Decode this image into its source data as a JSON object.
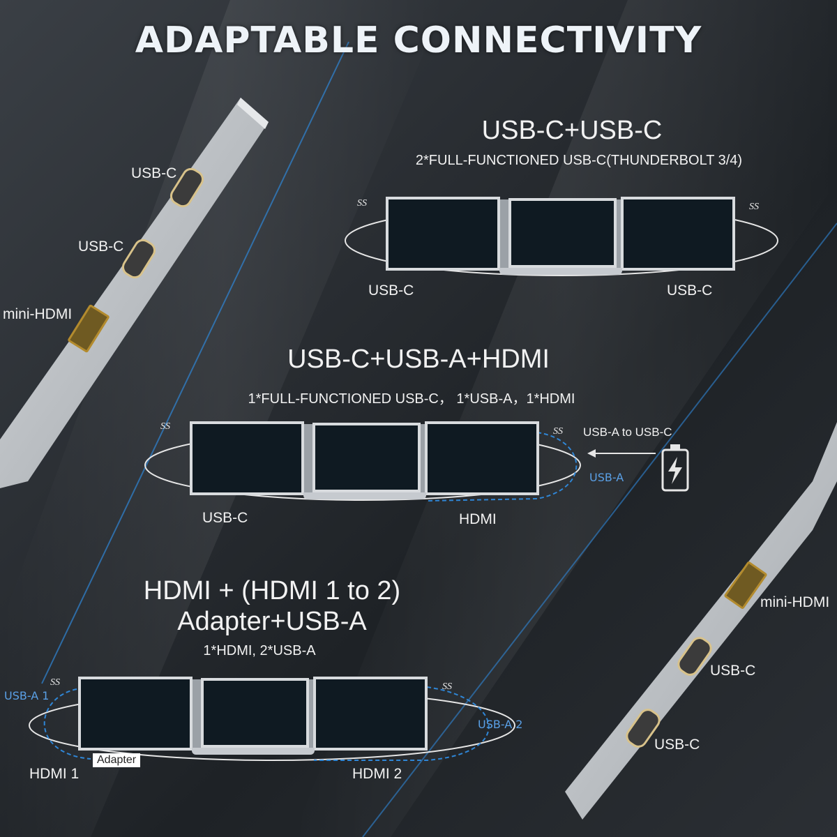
{
  "title": "ADAPTABLE CONNECTIVITY",
  "colors": {
    "accent_blue": "#2f86d6",
    "strip": "#b9bdc2",
    "port_gold": "#b38b2e"
  },
  "left_strip": {
    "ports": [
      {
        "label": "USB-C",
        "icon": "usb-c-port-icon"
      },
      {
        "label": "USB-C",
        "icon": "usb-c-port-icon"
      },
      {
        "label": "mini-HDMI",
        "icon": "mini-hdmi-port-icon"
      }
    ]
  },
  "right_strip": {
    "ports": [
      {
        "label": "mini-HDMI",
        "icon": "mini-hdmi-port-icon"
      },
      {
        "label": "USB-C",
        "icon": "usb-c-port-icon"
      },
      {
        "label": "USB-C",
        "icon": "usb-c-port-icon"
      }
    ]
  },
  "sections": [
    {
      "heading": "USB-C+USB-C",
      "subtitle": "2*FULL-FUNCTIONED USB-C(THUNDERBOLT 3/4)",
      "left_label": "USB-C",
      "right_label": "USB-C",
      "ss_icon": "SS"
    },
    {
      "heading": "USB-C+USB-A+HDMI",
      "subtitle": "1*FULL-FUNCTIONED USB-C， 1*USB-A，1*HDMI",
      "left_label": "USB-C",
      "right_label": "HDMI",
      "usba_label": "USB-A",
      "adapter_note": "USB-A to USB-C",
      "ss_icon": "SS"
    },
    {
      "heading_line1": "HDMI + (HDMI 1 to 2)",
      "heading_line2": "Adapter+USB-A",
      "subtitle": "1*HDMI, 2*USB-A",
      "left_label": "HDMI 1",
      "right_label": "HDMI 2",
      "usba1_label": "USB-A 1",
      "usba2_label": "USB-A 2",
      "adapter_label": "Adapter",
      "ss_icon": "SS"
    }
  ]
}
